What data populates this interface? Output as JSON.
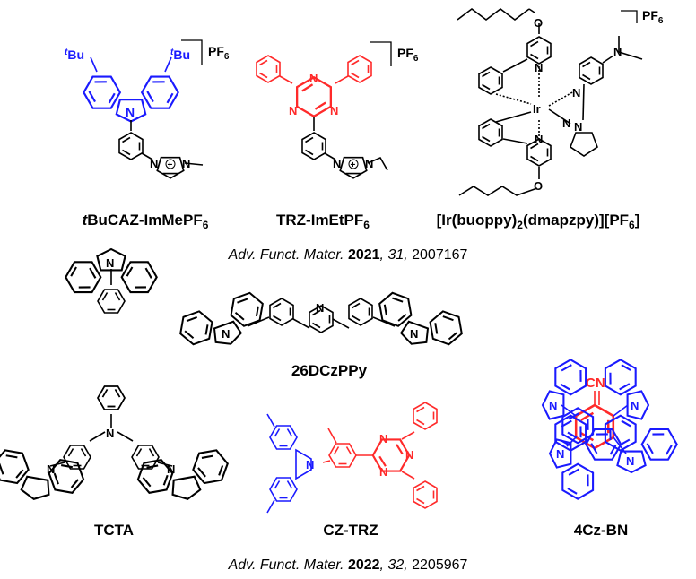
{
  "colors": {
    "black": "#000000",
    "blue": "#1a1aff",
    "red": "#ff2a2a"
  },
  "molecules": [
    {
      "key": "tbucaz",
      "label": "tBuCAZ-ImMePF6",
      "label_prefix": "t",
      "label_main": "BuCAZ-ImMePF",
      "label_sub": "6",
      "counterion": "PF6",
      "substituents": [
        "tBu",
        "tBu"
      ],
      "atoms": [
        "N",
        "N",
        "N",
        "+"
      ]
    },
    {
      "key": "trz_imet",
      "label": "TRZ-ImEtPF6",
      "label_main": "TRZ-ImEtPF",
      "label_sub": "6",
      "counterion": "PF6",
      "atoms": [
        "N",
        "N",
        "N",
        "N",
        "N",
        "+"
      ]
    },
    {
      "key": "ir",
      "label": "[Ir(buoppy)2(dmapzpy)][PF6]",
      "label_a": "[Ir(buoppy)",
      "label_sub1": "2",
      "label_b": "(dmapzpy)][PF",
      "label_sub2": "6",
      "label_c": "]",
      "counterion": "PF6",
      "atoms": [
        "O",
        "O",
        "N",
        "N",
        "N",
        "N",
        "N",
        "N",
        "Ir"
      ]
    },
    {
      "key": "dczppy",
      "label": "26DCzPPy",
      "atoms": [
        "N",
        "N",
        "N"
      ]
    },
    {
      "key": "tcta",
      "label": "TCTA",
      "atoms": [
        "N",
        "N",
        "N",
        "N"
      ]
    },
    {
      "key": "cztrz",
      "label": "CZ-TRZ",
      "atoms": [
        "N",
        "N",
        "N",
        "N"
      ]
    },
    {
      "key": "4czbn",
      "label": "4Cz-BN",
      "substituents": [
        "CN"
      ],
      "atoms": [
        "N",
        "N",
        "N",
        "N"
      ]
    }
  ],
  "citations": [
    {
      "journal": "Adv. Funct. Mater.",
      "year": "2021",
      "volume": "31",
      "article": "2007167"
    },
    {
      "journal": "Adv. Funct. Mater.",
      "year": "2022",
      "volume": "32",
      "article": "2205967"
    }
  ]
}
